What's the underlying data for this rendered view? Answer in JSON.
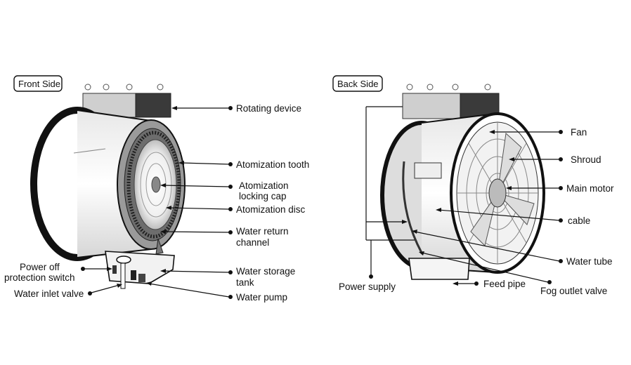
{
  "front": {
    "title": "Front Side",
    "labels": {
      "rotating_device": "Rotating device",
      "atomization_tooth": "Atomization tooth",
      "atomization_locking_cap_1": "Atomization",
      "atomization_locking_cap_2": "locking cap",
      "atomization_disc": "Atomization disc",
      "water_return_channel_1": "Water return",
      "water_return_channel_2": "channel",
      "power_off_switch_1": "Power off",
      "power_off_switch_2": "protection switch",
      "water_storage_tank_1": "Water storage",
      "water_storage_tank_2": "tank",
      "water_inlet_valve": "Water inlet valve",
      "water_pump": "Water pump"
    }
  },
  "back": {
    "title": "Back Side",
    "labels": {
      "fan": "Fan",
      "shroud": "Shroud",
      "main_motor": "Main motor",
      "cable": "cable",
      "water_tube": "Water tube",
      "power_supply": "Power supply",
      "feed_pipe": "Feed pipe",
      "fog_outlet_valve": "Fog outlet valve"
    }
  }
}
